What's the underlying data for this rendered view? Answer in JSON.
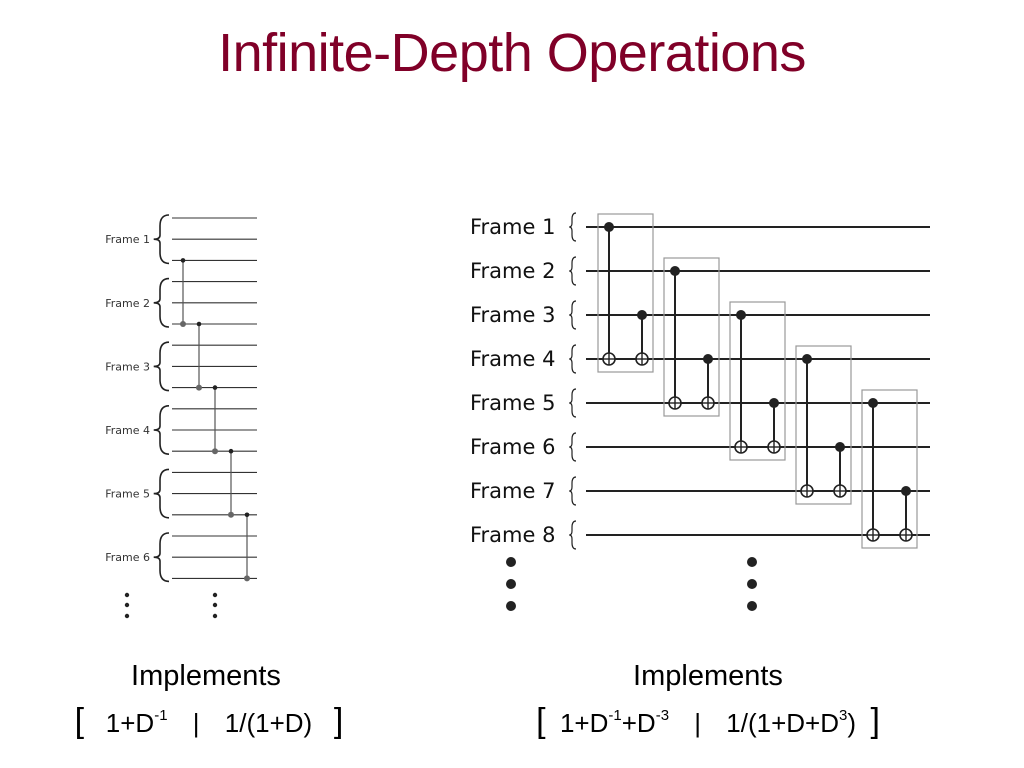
{
  "title": "Infinite-Depth Operations",
  "left_circuit": {
    "frames": [
      "Frame 1",
      "Frame 2",
      "Frame 3",
      "Frame 4",
      "Frame 5",
      "Frame 6"
    ],
    "caption": "Implements",
    "formula": {
      "open": "[",
      "a": "1+D",
      "a_exp": "-1",
      "sep": "|",
      "b": "1/(1+D)",
      "close": "]"
    }
  },
  "right_circuit": {
    "frames": [
      "Frame 1",
      "Frame 2",
      "Frame 3",
      "Frame 4",
      "Frame 5",
      "Frame 6",
      "Frame 7",
      "Frame 8"
    ],
    "caption": "Implements",
    "formula": {
      "open": "[",
      "a1": "1+D",
      "a1_exp": "-1",
      "a2": "+D",
      "a2_exp": "-3",
      "sep": "|",
      "b1": "1/(1+D+D",
      "b1_exp": "3",
      "b2": ")",
      "close": "]"
    }
  },
  "colors": {
    "title": "#800028",
    "line": "#222222",
    "box": "#999999"
  }
}
